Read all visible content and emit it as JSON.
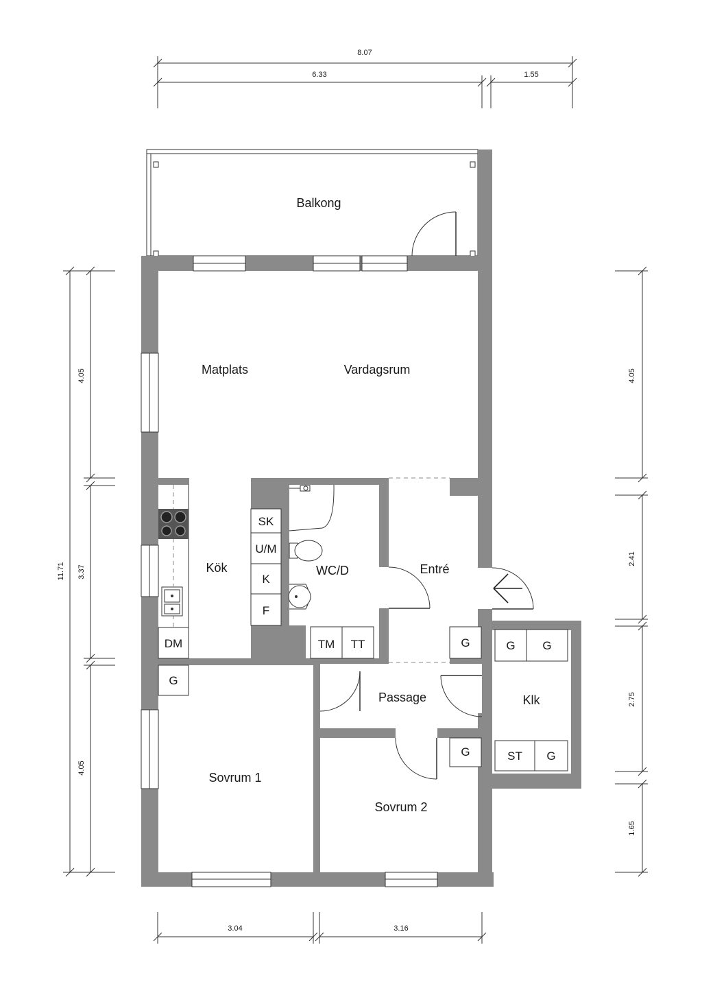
{
  "rooms": {
    "balkong": "Balkong",
    "matplats": "Matplats",
    "vardagsrum": "Vardagsrum",
    "kok": "Kök",
    "wcd": "WC/D",
    "entre": "Entré",
    "passage": "Passage",
    "klk": "Klk",
    "sovrum1": "Sovrum 1",
    "sovrum2": "Sovrum 2"
  },
  "fixtures": {
    "sk": "SK",
    "um": "U/M",
    "k": "K",
    "f": "F",
    "dm": "DM",
    "tm": "TM",
    "tt": "TT",
    "g": "G",
    "st": "ST"
  },
  "dimensions": {
    "top_total": "8.07",
    "top_left": "6.33",
    "top_right": "1.55",
    "bottom_left": "3.04",
    "bottom_right": "3.16",
    "left_total": "11.71",
    "left_top": "4.05",
    "left_mid": "3.37",
    "left_bottom": "4.05",
    "right_1": "4.05",
    "right_2": "2.41",
    "right_3": "2.75",
    "right_4": "1.65"
  },
  "colors": {
    "wall": "#8a8a8a",
    "line": "#333333",
    "hob": "#555555"
  }
}
